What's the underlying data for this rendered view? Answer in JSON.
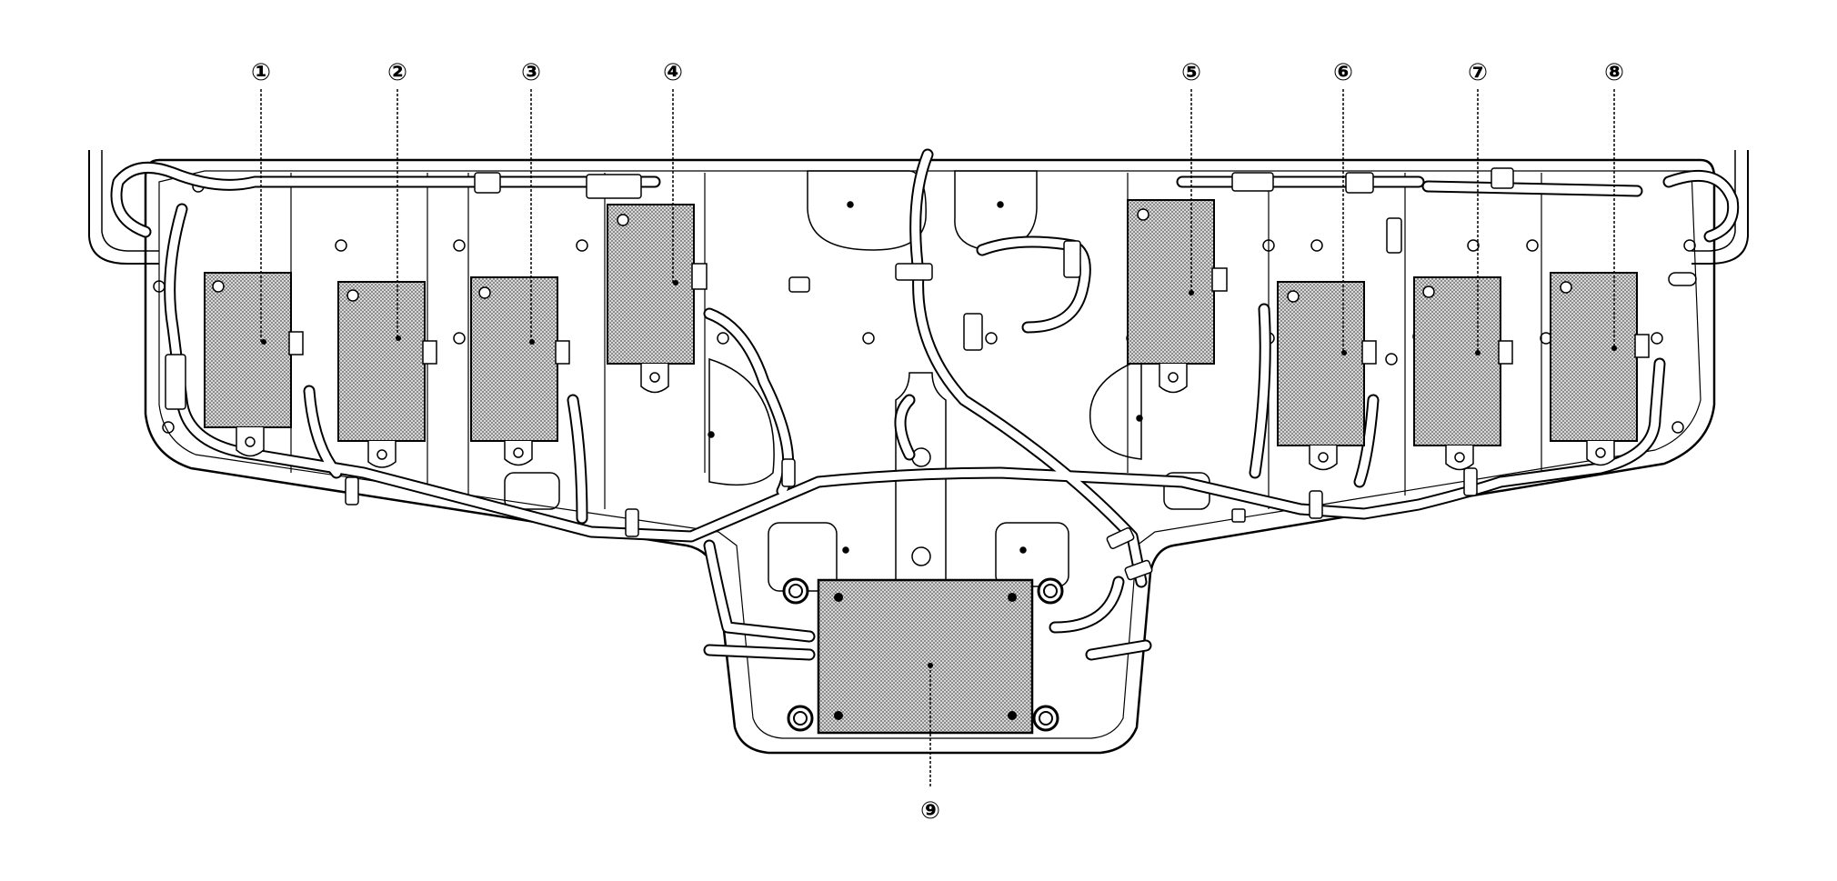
{
  "diagram": {
    "colors": {
      "line": "#000000",
      "background": "#ffffff",
      "module_fill": "#b9b9b9"
    },
    "callouts": [
      {
        "id": "1",
        "label": "①"
      },
      {
        "id": "2",
        "label": "②"
      },
      {
        "id": "3",
        "label": "③"
      },
      {
        "id": "4",
        "label": "④"
      },
      {
        "id": "5",
        "label": "⑤"
      },
      {
        "id": "6",
        "label": "⑥"
      },
      {
        "id": "7",
        "label": "⑦"
      },
      {
        "id": "8",
        "label": "⑧"
      },
      {
        "id": "9",
        "label": "⑨"
      }
    ]
  }
}
